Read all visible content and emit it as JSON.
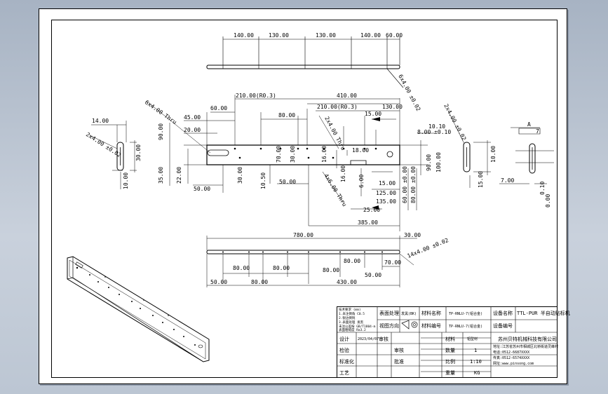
{
  "top_view": {
    "dims": [
      "140.00",
      "130.00",
      "130.00",
      "140.00",
      "60.00"
    ],
    "hole_note": "6x4.00 ±0.02"
  },
  "front_view": {
    "dims_top": [
      "210.00(R0.3)",
      "410.00",
      "210.00(R0.3)",
      "130.00",
      "60.00",
      "80.00",
      "15.00",
      "10.10",
      "8.00 ±0.10",
      "45.00",
      "20.00"
    ],
    "dims_left": [
      "90.00",
      "35.00",
      "22.00",
      "30.00",
      "50.00"
    ],
    "dims_inner": [
      "70.00",
      "30.00",
      "10.50",
      "50.00",
      "16.00",
      "18.00",
      "16.00",
      "6.00",
      "125.00",
      "15.00"
    ],
    "dims_right": [
      "90.00",
      "100.00",
      "60.00 ±0.00",
      "80.00 ±0.00"
    ],
    "dims_bottom": [
      "135.00",
      "25.00",
      "385.00"
    ],
    "note_left": "6x4.00 Thru",
    "note_mid": "2x4.00 Thru",
    "note_bottom": "4x6.00 Thru"
  },
  "left_view": {
    "dims": [
      "14.00",
      "30.00",
      "2x4.00 ±0.02",
      "10.00"
    ]
  },
  "right_view": {
    "dims": [
      "2x4.00 ±0.02",
      "10.00",
      "15.00",
      "A",
      "7",
      "7.00",
      "0.10",
      "0.00"
    ]
  },
  "bottom_view": {
    "dims": [
      "780.00",
      "30.00",
      "80.00",
      "80.00",
      "80.00",
      "80.00",
      "80.00",
      "50.00",
      "430.00",
      "70.00",
      "14x4.00 ±0.02",
      "50.00"
    ]
  },
  "title_block": {
    "tech_notes": [
      "技术要求 (mm)",
      "1.未注倒角 C0.5",
      "2.锐边倒钝",
      "3.表面处理 发黑",
      "未注公差按 GB/T1804-m",
      "表面粗糙度 Ra3.2"
    ],
    "surface_label": "表面处理",
    "surface_value": "发黑(BK)",
    "projection_label": "视图方向",
    "material_name_label": "材料名称",
    "material_name_value": "TP-RNLU-7(铝合金)",
    "material_code_label": "材料编号",
    "material_code_value": "TP-RNLU-7(铝合金)",
    "device_name_label": "设备名称",
    "device_name_value": "TTL-PUR 半自动贴标机",
    "device_code_label": "设备编号",
    "design_label": "设计",
    "design_date": "2023/04/07",
    "sign_label": "审核",
    "check_label": "检验",
    "standard_label": "标准化",
    "process_label": "工艺",
    "approve_label": "审核",
    "approve2_label": "批准",
    "quantity_label": "材料",
    "quantity_value": "铝型材",
    "count_label": "数量",
    "count_value": "1",
    "scale_label": "比例",
    "scale_value": "1:10",
    "weight_label": "重量",
    "weight_value": "KG",
    "company_name": "苏州贝特机械科技有限公司",
    "company_address": "地址:江苏省苏州市相城区北桥街道灵峰村",
    "company_tel": "电话:0512-6687XXXX",
    "company_fax": "传真:0512-6574XXXX",
    "company_web": "网址:www.pinsong.com"
  },
  "colors": {
    "background": "#b9c3d0",
    "sheet": "#ffffff",
    "line": "#000000"
  }
}
